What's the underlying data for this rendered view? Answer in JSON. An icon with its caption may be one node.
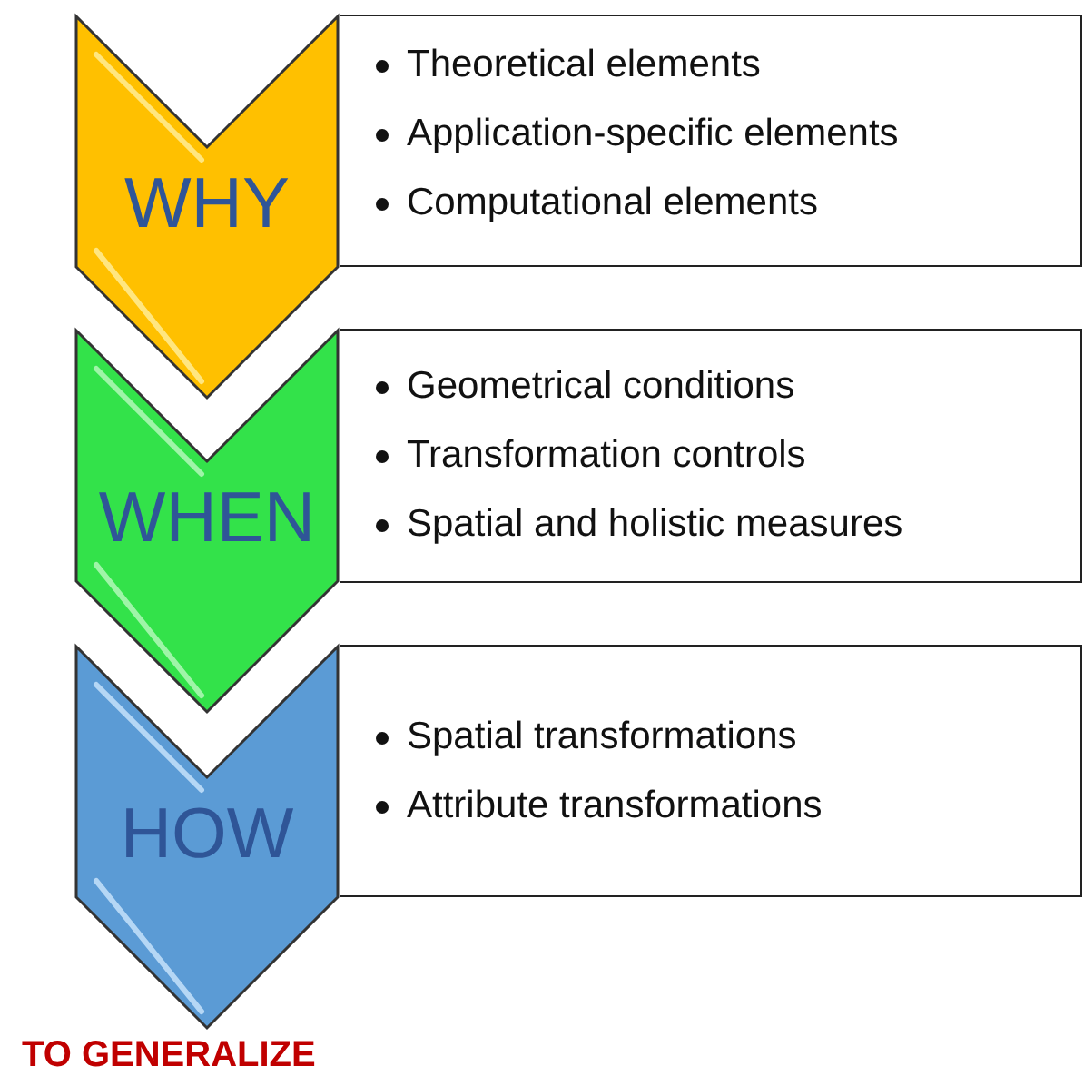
{
  "diagram": {
    "nodes": [
      {
        "text": [
          "WHY"
        ]
      },
      {
        "text": [
          "Theoretical elements",
          "Application-specific elements",
          "Computational elements"
        ]
      },
      {
        "text": [
          "WHEN"
        ]
      },
      {
        "text": [
          "Geometrical conditions",
          "Transformation controls",
          "Spatial and holistic measures"
        ]
      },
      {
        "text": [
          "HOW"
        ]
      },
      {
        "text": [
          "Spatial transformations",
          "Attribute transformations"
        ]
      }
    ],
    "labels": [
      "TO GENERALIZE"
    ]
  }
}
